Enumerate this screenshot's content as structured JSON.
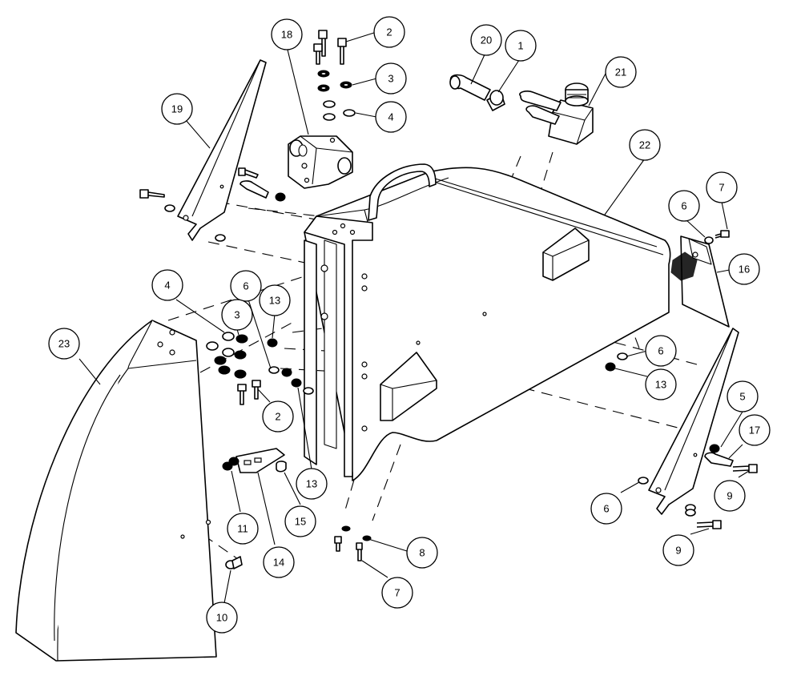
{
  "callouts": [
    {
      "label": "1"
    },
    {
      "label": "2"
    },
    {
      "label": "3"
    },
    {
      "label": "4"
    },
    {
      "label": "18"
    },
    {
      "label": "19"
    },
    {
      "label": "20"
    },
    {
      "label": "21"
    },
    {
      "label": "22"
    },
    {
      "label": "7"
    },
    {
      "label": "6"
    },
    {
      "label": "16"
    },
    {
      "label": "4"
    },
    {
      "label": "6"
    },
    {
      "label": "13"
    },
    {
      "label": "3"
    },
    {
      "label": "23"
    },
    {
      "label": "2"
    },
    {
      "label": "13"
    },
    {
      "label": "6"
    },
    {
      "label": "13"
    },
    {
      "label": "5"
    },
    {
      "label": "17"
    },
    {
      "label": "9"
    },
    {
      "label": "6"
    },
    {
      "label": "9"
    },
    {
      "label": "11"
    },
    {
      "label": "15"
    },
    {
      "label": "14"
    },
    {
      "label": "8"
    },
    {
      "label": "7"
    },
    {
      "label": "10"
    }
  ]
}
